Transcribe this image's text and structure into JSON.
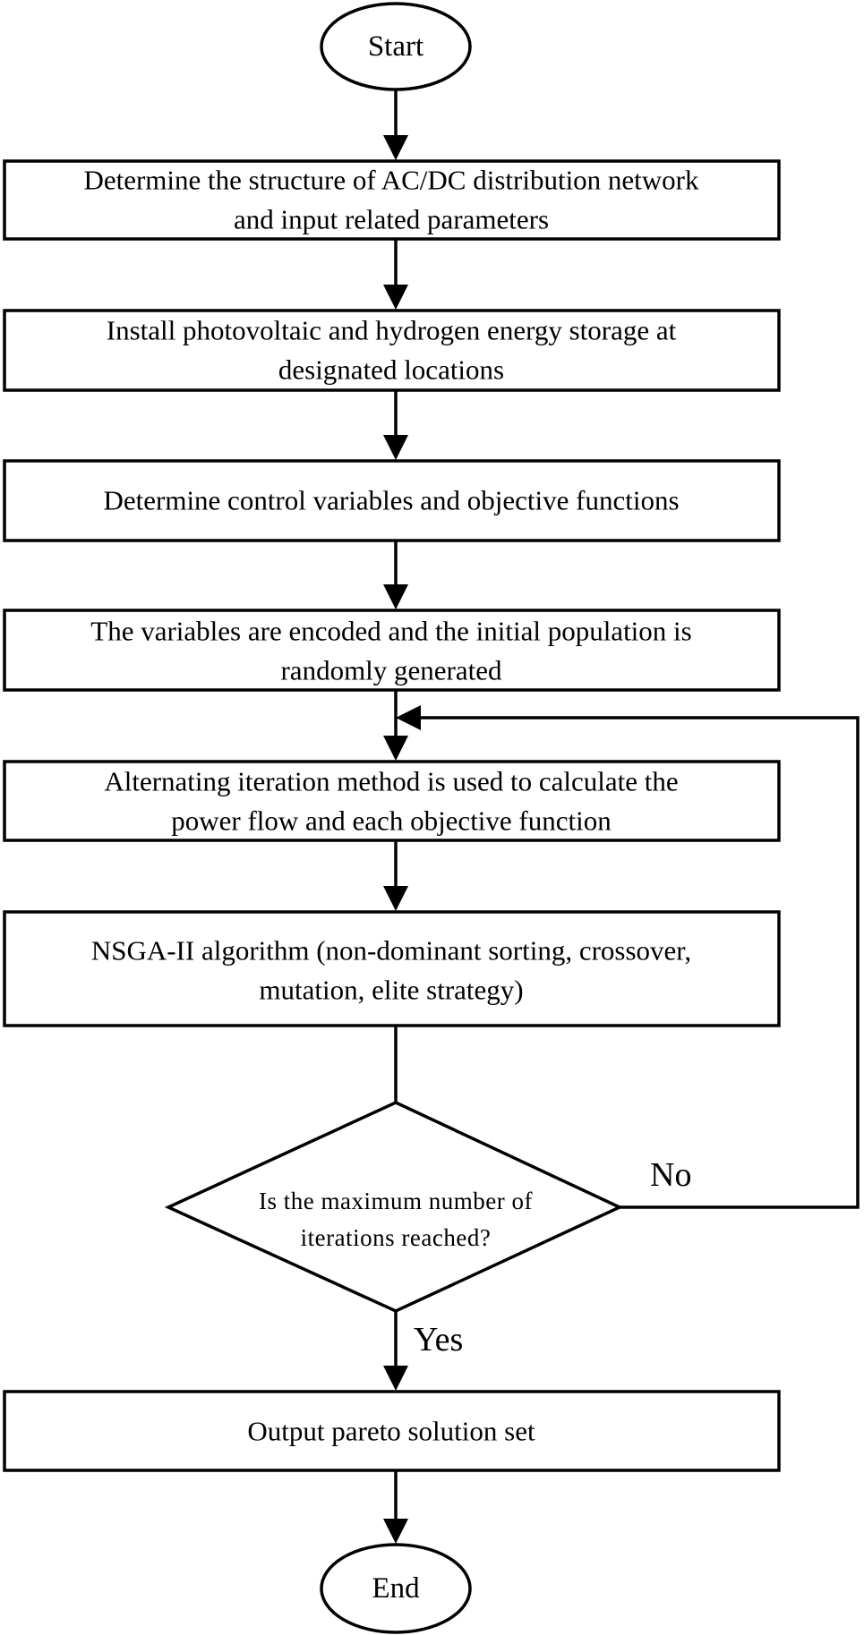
{
  "nodes": {
    "start": "Start",
    "step1": [
      "Determine the structure of AC/DC distribution network",
      "and input related parameters"
    ],
    "step2": [
      "Install photovoltaic and hydrogen energy storage at",
      "designated locations"
    ],
    "step3": [
      "Determine control variables and objective functions"
    ],
    "step4": [
      "The variables are encoded and the initial population is",
      "randomly generated"
    ],
    "step5": [
      "Alternating iteration method is used to calculate the",
      "power flow and each objective function"
    ],
    "step6": [
      "NSGA-II algorithm (non-dominant sorting, crossover,",
      "mutation, elite strategy)"
    ],
    "decision": [
      "Is the maximum number of",
      "iterations reached?"
    ],
    "step7": [
      "Output pareto solution set"
    ],
    "end": "End"
  },
  "edges": {
    "no_label": "No",
    "yes_label": "Yes"
  }
}
